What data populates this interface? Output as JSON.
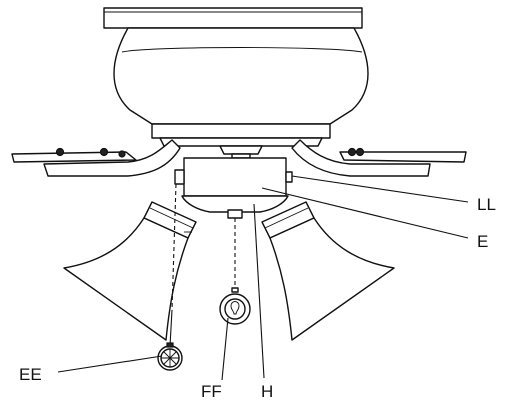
{
  "labels": {
    "ll": "LL",
    "e": "E",
    "ee": "EE",
    "ff": "FF",
    "h": "H"
  },
  "colors": {
    "stroke": "#111111",
    "background": "#ffffff"
  }
}
